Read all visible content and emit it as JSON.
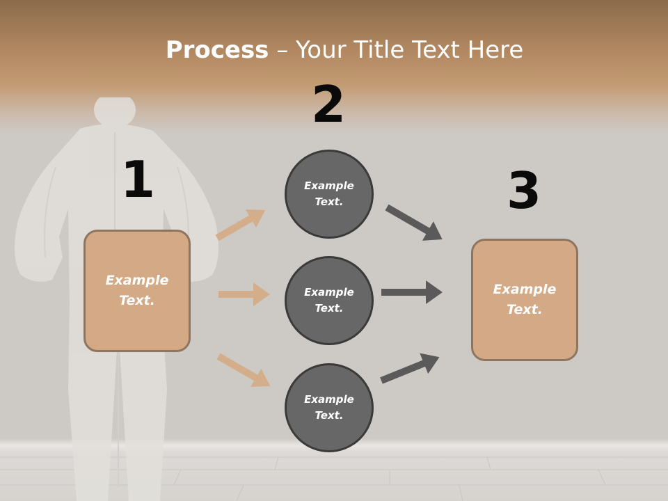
{
  "title": {
    "bold": "Process",
    "rest": " – Your Title Text Here"
  },
  "steps": {
    "one": "1",
    "two": "2",
    "three": "3"
  },
  "left_box": {
    "text": "Example Text."
  },
  "right_box": {
    "text": "Example Text."
  },
  "circles": [
    {
      "text": "Example Text."
    },
    {
      "text": "Example Text."
    },
    {
      "text": "Example Text."
    }
  ],
  "colors": {
    "box_fill": "#d3aa85",
    "circle_fill": "#676767",
    "arrow_tan": "#d4ae8a",
    "arrow_dark": "#5a5a5a"
  }
}
